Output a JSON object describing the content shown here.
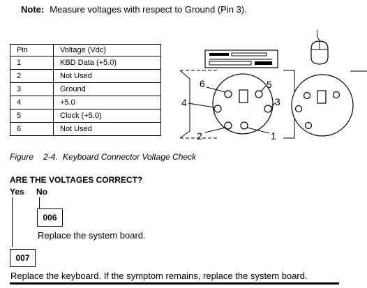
{
  "note": {
    "label": "Note:",
    "text": "Measure voltages with respect to Ground (Pin 3)."
  },
  "table": {
    "headers": [
      "Pin",
      "Voltage (Vdc)"
    ],
    "rows": [
      [
        "1",
        "KBD Data (+5.0)"
      ],
      [
        "2",
        "Not Used"
      ],
      [
        "3",
        "Ground"
      ],
      [
        "4",
        "+5.0"
      ],
      [
        "5",
        "Clock (+5.0)"
      ],
      [
        "6",
        "Not Used"
      ]
    ]
  },
  "diagram": {
    "pin_labels": [
      "1",
      "2",
      "4",
      "5",
      "6",
      "3"
    ]
  },
  "figure": {
    "label": "Figure",
    "number": "2-4.",
    "title": "Keyboard Connector Voltage Check"
  },
  "question": "ARE THE VOLTAGES CORRECT?",
  "answers": {
    "yes": "Yes",
    "no": "No"
  },
  "steps": [
    {
      "number": "006",
      "text": "Replace the system board."
    },
    {
      "number": "007",
      "text": "Replace the keyboard.  If the symptom remains, replace the system board."
    }
  ]
}
